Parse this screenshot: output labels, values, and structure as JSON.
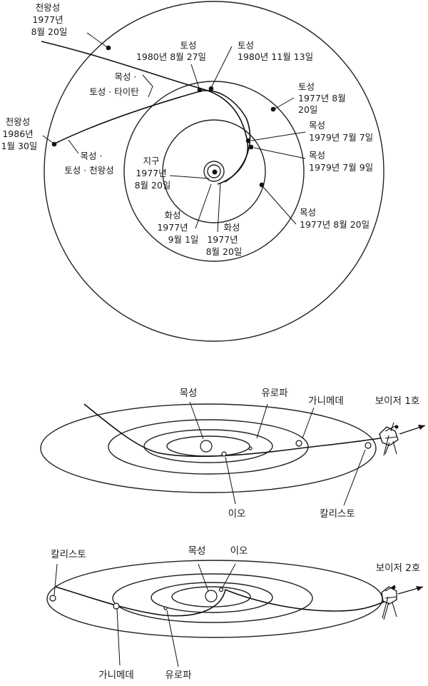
{
  "top": {
    "uranus_1977": [
      "천왕성",
      "1977년",
      "8월 20일"
    ],
    "uranus_1986": [
      "천왕성",
      "1986년",
      "1월 30일"
    ],
    "saturn_1980_aug": [
      "토성",
      "1980년 8월 27일"
    ],
    "saturn_1980_nov": [
      "토성",
      "1980년 11월 13일"
    ],
    "saturn_1977": [
      "토성",
      "1977년 8월",
      "20일"
    ],
    "jupiter_saturn_titan": [
      "목성 ·",
      "토성 · 타이탄"
    ],
    "jupiter_saturn_uranus": [
      "목성 ·",
      "토성 · 천왕성"
    ],
    "jupiter_1979_jul7": [
      "목성",
      "1979년 7월 7일"
    ],
    "jupiter_1979_jul9": [
      "목성",
      "1979년 7월 9일"
    ],
    "jupiter_1977": [
      "목성",
      "1977년 8월 20일"
    ],
    "earth_1977": [
      "지구",
      "1977년",
      "8월 20일"
    ],
    "mars_1977_sep": [
      "화성",
      "1977년",
      "9월 1일"
    ],
    "mars_1977_aug": [
      "화성",
      "1977년",
      "8월 20일"
    ]
  },
  "voyager1": {
    "jupiter": "목성",
    "europa": "유로파",
    "ganymede": "가니메데",
    "probe": "보이저 1호",
    "io": "이오",
    "callisto": "칼리스토"
  },
  "voyager2": {
    "callisto": "칼리스토",
    "jupiter": "목성",
    "io": "이오",
    "probe": "보이저 2호",
    "ganymede": "가니메데",
    "europa": "유로파"
  }
}
